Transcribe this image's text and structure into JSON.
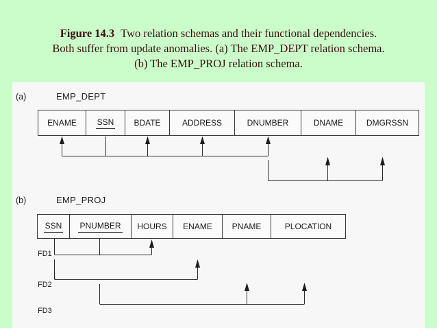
{
  "title": {
    "figure_label": "Figure 14.3",
    "line1_rest": "Two relation schemas and their functional dependencies.",
    "line2": "Both suffer from update anomalies. (a) The EMP_DEPT relation schema.",
    "line3": "(b) The EMP_PROJ relation schema."
  },
  "colors": {
    "background": "#cbfdcb",
    "panel": "#f8f7f7",
    "caption_text": "#3a0f0f",
    "diagram_lines": "#2b2b2b"
  },
  "diagram_a": {
    "label": "(a)",
    "relation_name": "EMP_DEPT",
    "attributes": [
      "ENAME",
      "SSN",
      "BDATE",
      "ADDRESS",
      "DNUMBER",
      "DNAME",
      "DMGRSSN"
    ],
    "key_attributes": [
      "SSN"
    ],
    "functional_dependencies": [
      {
        "determinant": [
          "SSN"
        ],
        "dependents": [
          "ENAME",
          "BDATE",
          "ADDRESS",
          "DNUMBER"
        ]
      },
      {
        "determinant": [
          "DNUMBER"
        ],
        "dependents": [
          "DNAME",
          "DMGRSSN"
        ]
      }
    ]
  },
  "diagram_b": {
    "label": "(b)",
    "relation_name": "EMP_PROJ",
    "attributes": [
      "SSN",
      "PNUMBER",
      "HOURS",
      "ENAME",
      "PNAME",
      "PLOCATION"
    ],
    "key_attributes": [
      "SSN",
      "PNUMBER"
    ],
    "fd_labels": [
      "FD1",
      "FD2",
      "FD3"
    ],
    "functional_dependencies": [
      {
        "label": "FD1",
        "determinant": [
          "SSN",
          "PNUMBER"
        ],
        "dependents": [
          "HOURS"
        ]
      },
      {
        "label": "FD2",
        "determinant": [
          "SSN"
        ],
        "dependents": [
          "ENAME"
        ]
      },
      {
        "label": "FD3",
        "determinant": [
          "PNUMBER"
        ],
        "dependents": [
          "PNAME",
          "PLOCATION"
        ]
      }
    ]
  }
}
